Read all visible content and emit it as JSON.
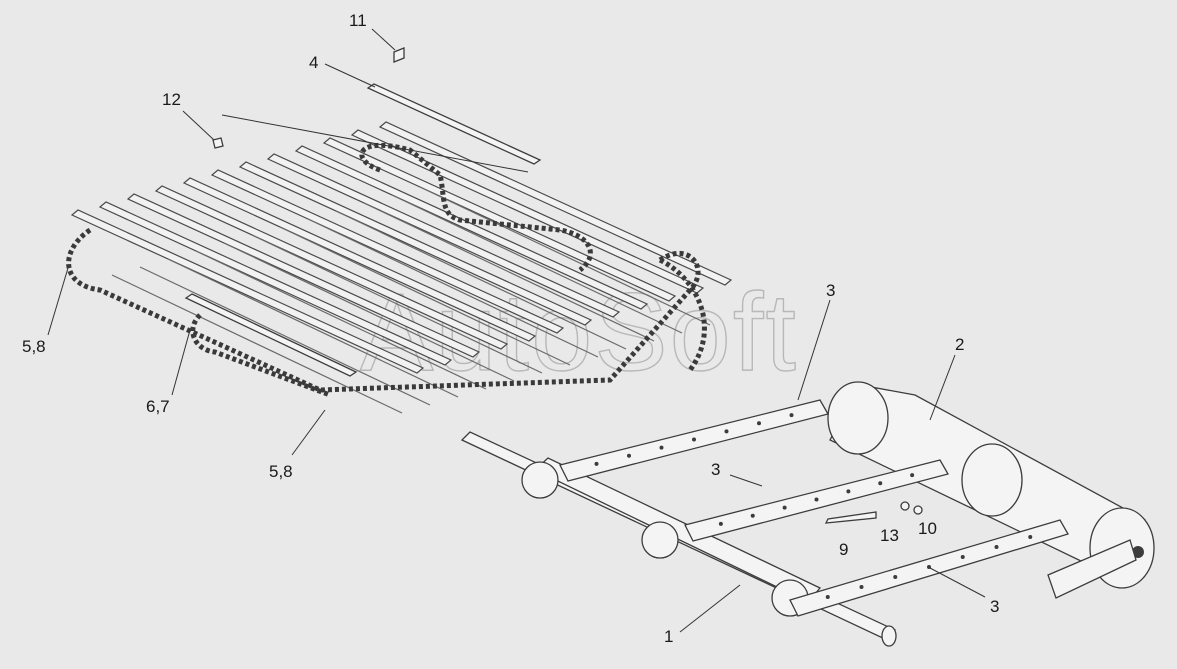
{
  "watermark": "AutoSoft",
  "callouts": {
    "c11": "11",
    "c4": "4",
    "c12": "12",
    "c58_left": "5,8",
    "c67": "6,7",
    "c58_bottom": "5,8",
    "c3_top": "3",
    "c2": "2",
    "c3_mid": "3",
    "c13": "13",
    "c10": "10",
    "c9": "9",
    "c3_bottom": "3",
    "c1": "1"
  }
}
